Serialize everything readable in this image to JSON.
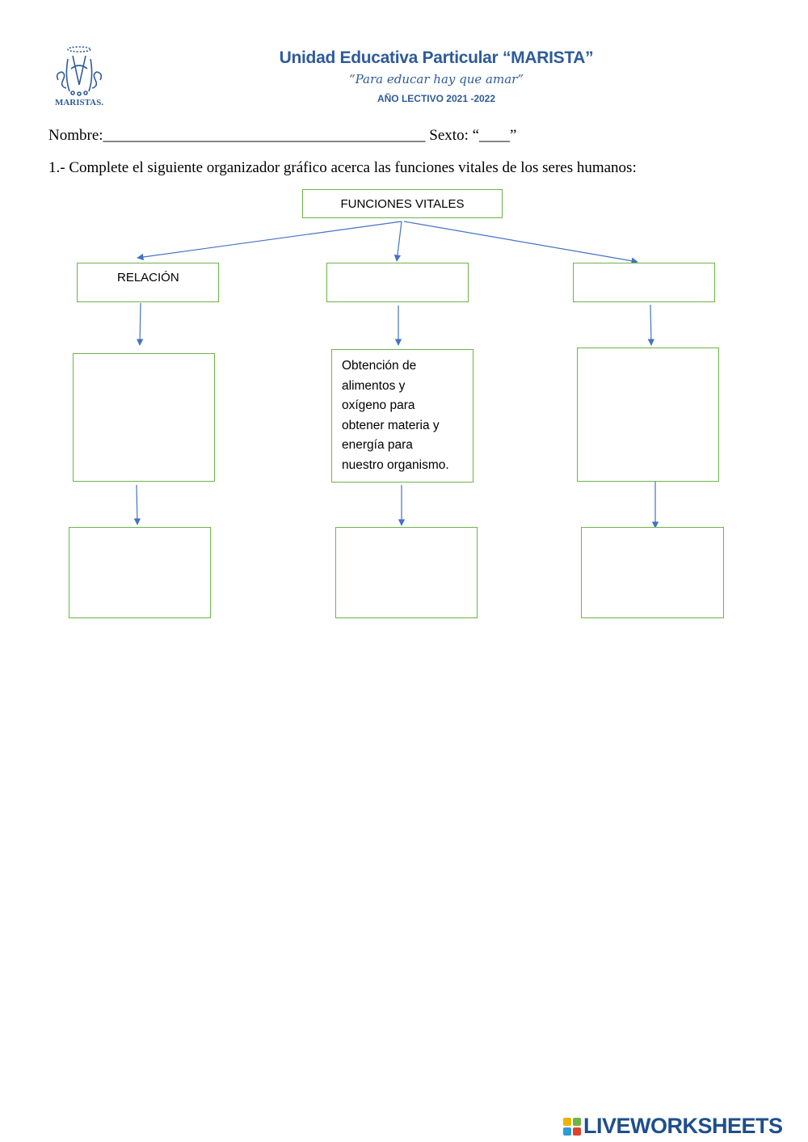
{
  "header": {
    "logo_text": "MARISTAS.",
    "school_name": "Unidad Educativa Particular “MARISTA”",
    "motto": "“Para educar hay que amar”",
    "school_year": "AÑO LECTIVO 2021 -2022"
  },
  "form": {
    "name_label": "Nombre:",
    "name_blank": "__________________________________________",
    "grade_label": "Sexto: “",
    "grade_blank": "____",
    "grade_close": "”"
  },
  "instruction": "1.- Complete el siguiente organizador gráfico acerca las funciones vitales de los seres humanos:",
  "diagram": {
    "root": "FUNCIONES VITALES",
    "level1": [
      "RELACIÓN",
      "",
      ""
    ],
    "nutrition_description": "Obtención de alimentos y oxígeno para obtener materia y energía para nuestro organismo.",
    "nutrition_lines": [
      "Obtención de",
      "alimentos y",
      "oxígeno para",
      "obtener materia y",
      "energía para",
      "nuestro organismo."
    ],
    "box_border_color": "#6cb545",
    "arrow_color": "#4472c4"
  },
  "footer": {
    "brand": "LIVEWORKSHEETS",
    "brand_color": "#1f4e8c"
  },
  "colors": {
    "header_blue": "#2e5b9a"
  }
}
